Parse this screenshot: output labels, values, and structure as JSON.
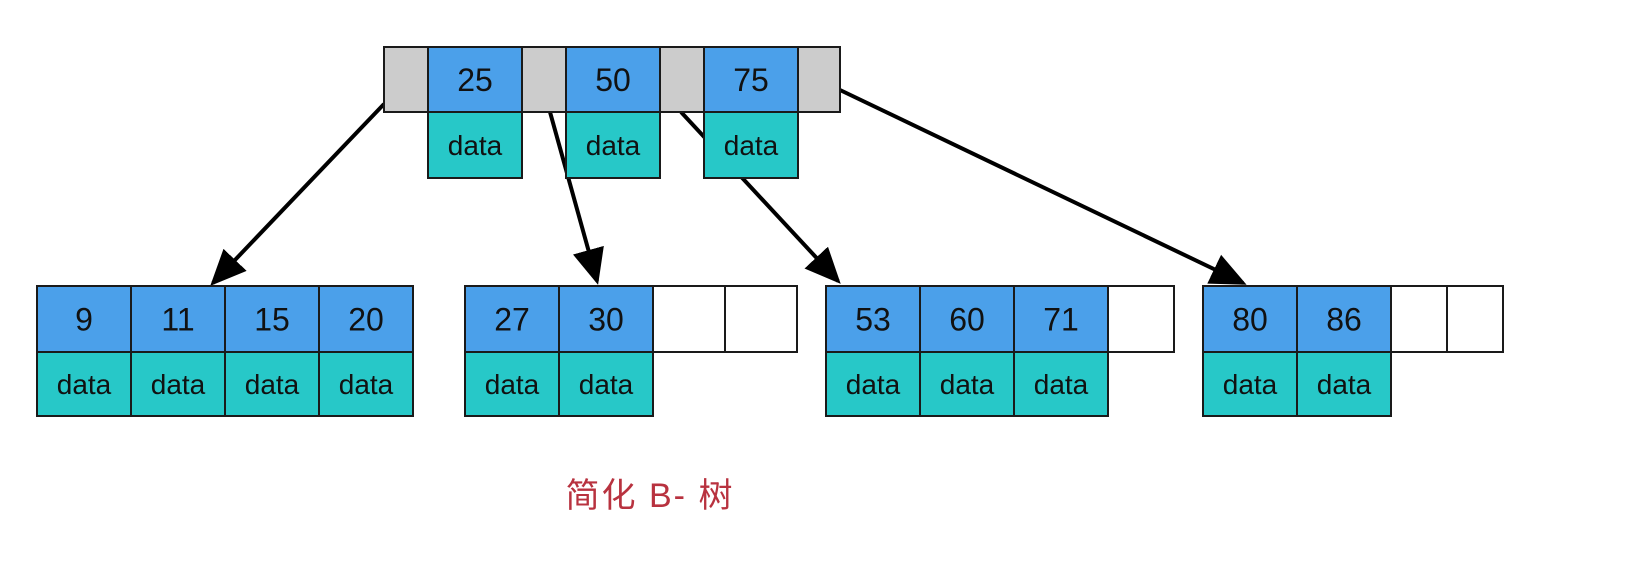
{
  "colors": {
    "key": "#4ba0ea",
    "data": "#27c8c8",
    "pointer": "#cccccc",
    "empty": "#ffffff",
    "stroke": "#1a1a1a",
    "caption": "#b8323f"
  },
  "root": {
    "keys": [
      "25",
      "50",
      "75"
    ],
    "data_label": "data"
  },
  "leaves": [
    {
      "keys": [
        "9",
        "11",
        "15",
        "20"
      ],
      "empty_slots": 0
    },
    {
      "keys": [
        "27",
        "30"
      ],
      "empty_slots": 2
    },
    {
      "keys": [
        "53",
        "60",
        "71"
      ],
      "empty_slots": 1
    },
    {
      "keys": [
        "80",
        "86"
      ],
      "empty_slots": 2
    }
  ],
  "data_label": "data",
  "caption": "简化 B- 树"
}
